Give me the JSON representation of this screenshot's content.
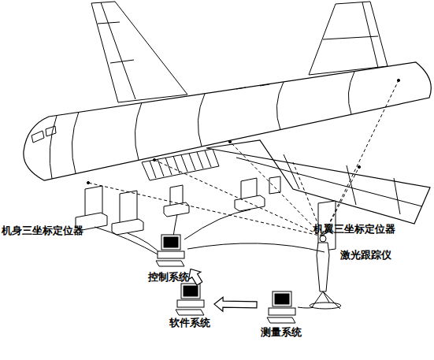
{
  "diagram": {
    "nodes": [
      {
        "text": [
          "控制系统"
        ]
      },
      {
        "text": [
          "软件系统"
        ]
      },
      {
        "text": [
          "测量系统"
        ]
      }
    ],
    "edges": [
      {
        "from": 2,
        "to": 1,
        "arrow": "to"
      },
      {
        "from": 1,
        "to": 0,
        "arrow": "to"
      }
    ],
    "labels": [
      "机身三坐标定位器",
      "机翼三坐标定位器",
      "激光跟踪仪"
    ]
  }
}
